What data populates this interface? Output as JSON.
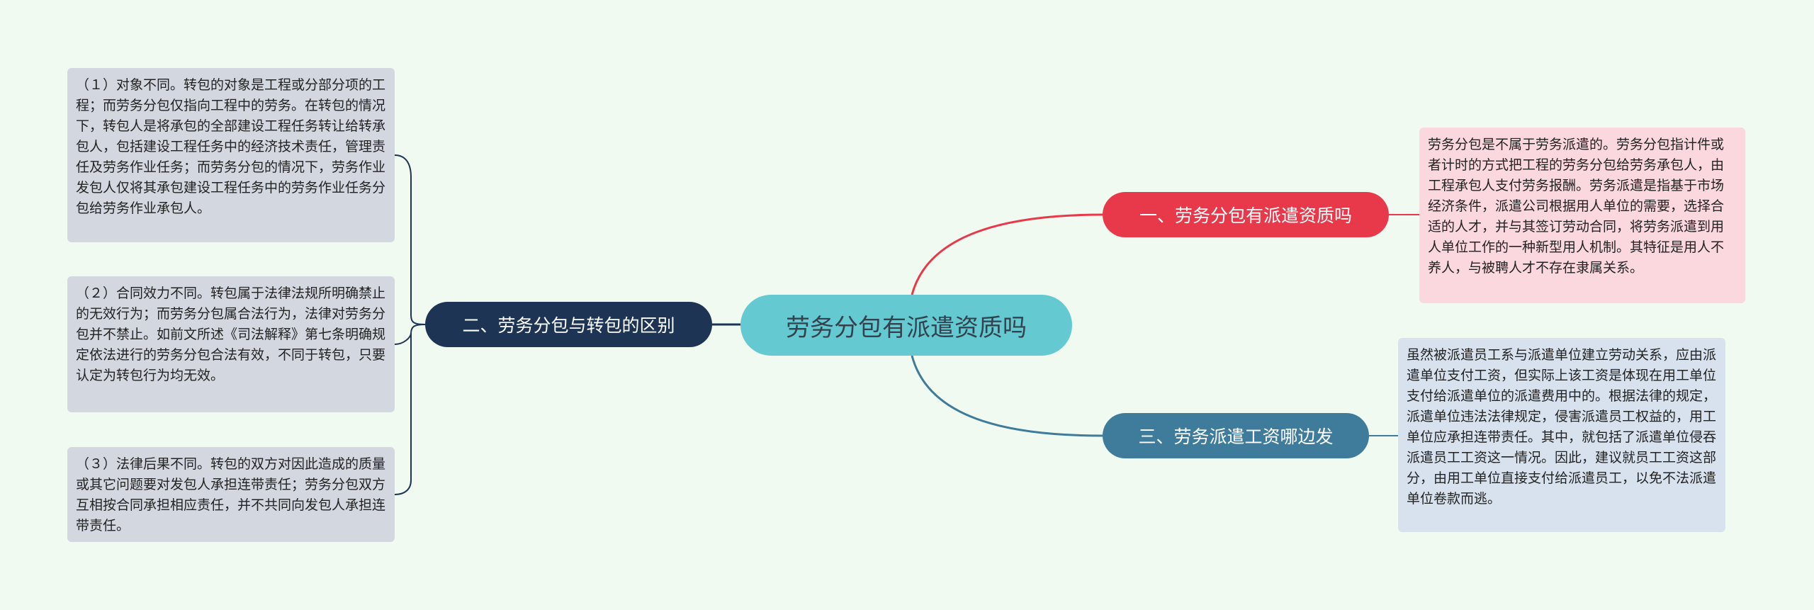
{
  "center": {
    "title": "劳务分包有派遣资质吗"
  },
  "branches": [
    {
      "label": "二、劳务分包与转包的区别",
      "color": "#1d3455"
    },
    {
      "label": "一、劳务分包有派遣资质吗",
      "color": "#e8394a"
    },
    {
      "label": "三、劳务派遣工资哪边发",
      "color": "#3f7b9a"
    }
  ],
  "leaves": {
    "left_1": "（１）对象不同。转包的对象是工程或分部分项的工程；而劳务分包仅指向工程中的劳务。在转包的情况下，转包人是将承包的全部建设工程任务转让给转承包人，包括建设工程任务中的经济技术责任，管理责任及劳务作业任务；而劳务分包的情况下，劳务作业发包人仅将其承包建设工程任务中的劳务作业任务分包给劳务作业承包人。",
    "left_2": "（２）合同效力不同。转包属于法律法规所明确禁止的无效行为；而劳务分包属合法行为，法律对劳务分包并不禁止。如前文所述《司法解释》第七条明确规定依法进行的劳务分包合法有效，不同于转包，只要认定为转包行为均无效。",
    "left_3": "（３）法律后果不同。转包的双方对因此造成的质量或其它问题要对发包人承担连带责任；劳务分包双方互相按合同承担相应责任，并不共同向发包人承担连带责任。",
    "right_1": "劳务分包是不属于劳务派遣的。劳务分包指计件或者计时的方式把工程的劳务分包给劳务承包人，由工程承包人支付劳务报酬。劳务派遣是指基于市场经济条件，派遣公司根据用人单位的需要，选择合适的人才，并与其签订劳动合同，将劳务派遣到用人单位工作的一种新型用人机制。其特征是用人不养人，与被聘人才不存在隶属关系。",
    "right_2": "虽然被派遣员工系与派遣单位建立劳动关系，应由派遣单位支付工资，但实际上该工资是体现在用工单位支付给派遣单位的派遣费用中的。根据法律的规定，派遣单位违法法律规定，侵害派遣员工权益的，用工单位应承担连带责任。其中，就包括了派遣单位侵吞派遣员工工资这一情况。因此，建议就员工工资这部分，由用工单位直接支付给派遣员工，以免不法派遣单位卷款而逃。"
  },
  "colors": {
    "background": "#f1faf0",
    "center": "#64c9d0",
    "left_leaf": "#d3d8e0",
    "right_leaf_1": "#fbd8de",
    "right_leaf_2": "#d8e2ee"
  }
}
